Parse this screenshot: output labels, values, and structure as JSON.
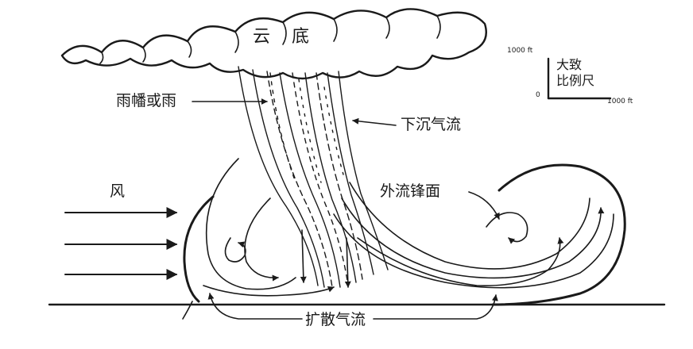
{
  "labels": {
    "cloud_base": "云 底",
    "rain_shaft": "雨幡或雨",
    "downdraft": "下沉气流",
    "wind": "风",
    "gust_front": "外流锋面",
    "diverging_flow": "扩散气流"
  },
  "scale": {
    "vertical_tick": "1000 ft",
    "origin": "0",
    "horizontal_tick": "1000 ft",
    "title_line1": "大致",
    "title_line2": "比例尺"
  }
}
